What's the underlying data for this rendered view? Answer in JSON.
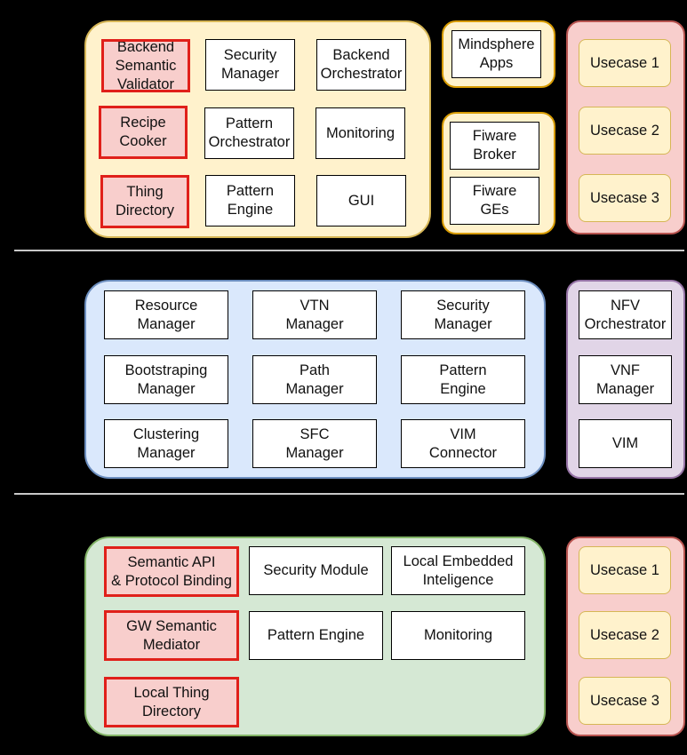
{
  "top": {
    "core": {
      "row1": [
        "Backend\nSemantic\nValidator",
        "Security\nManager",
        "Backend\nOrchestrator"
      ],
      "row2": [
        "Recipe\nCooker",
        "Pattern\nOrchestrator",
        "Monitoring"
      ],
      "row3": [
        "Thing\nDirectory",
        "Pattern\nEngine",
        "GUI"
      ]
    },
    "mindsphere": "Mindsphere\nApps",
    "fiware": [
      "Fiware\nBroker",
      "Fiware\nGEs"
    ],
    "usecases": [
      "Usecase 1",
      "Usecase 2",
      "Usecase 3"
    ]
  },
  "middle": {
    "core": {
      "row1": [
        "Resource\nManager",
        "VTN\nManager",
        "Security\nManager"
      ],
      "row2": [
        "Bootstraping\nManager",
        "Path\nManager",
        "Pattern\nEngine"
      ],
      "row3": [
        "Clustering\nManager",
        "SFC\nManager",
        "VIM\nConnector"
      ]
    },
    "nfv": [
      "NFV\nOrchestrator",
      "VNF\nManager",
      "VIM"
    ]
  },
  "bottom": {
    "core": {
      "row1": [
        "Semantic API\n& Protocol Binding",
        "Security Module",
        "Local Embedded\nInteligence"
      ],
      "row2": [
        "GW Semantic\nMediator",
        "Pattern Engine",
        "Monitoring"
      ],
      "row3": [
        "Local Thing\nDirectory"
      ]
    },
    "usecases": [
      "Usecase 1",
      "Usecase 2",
      "Usecase 3"
    ]
  }
}
